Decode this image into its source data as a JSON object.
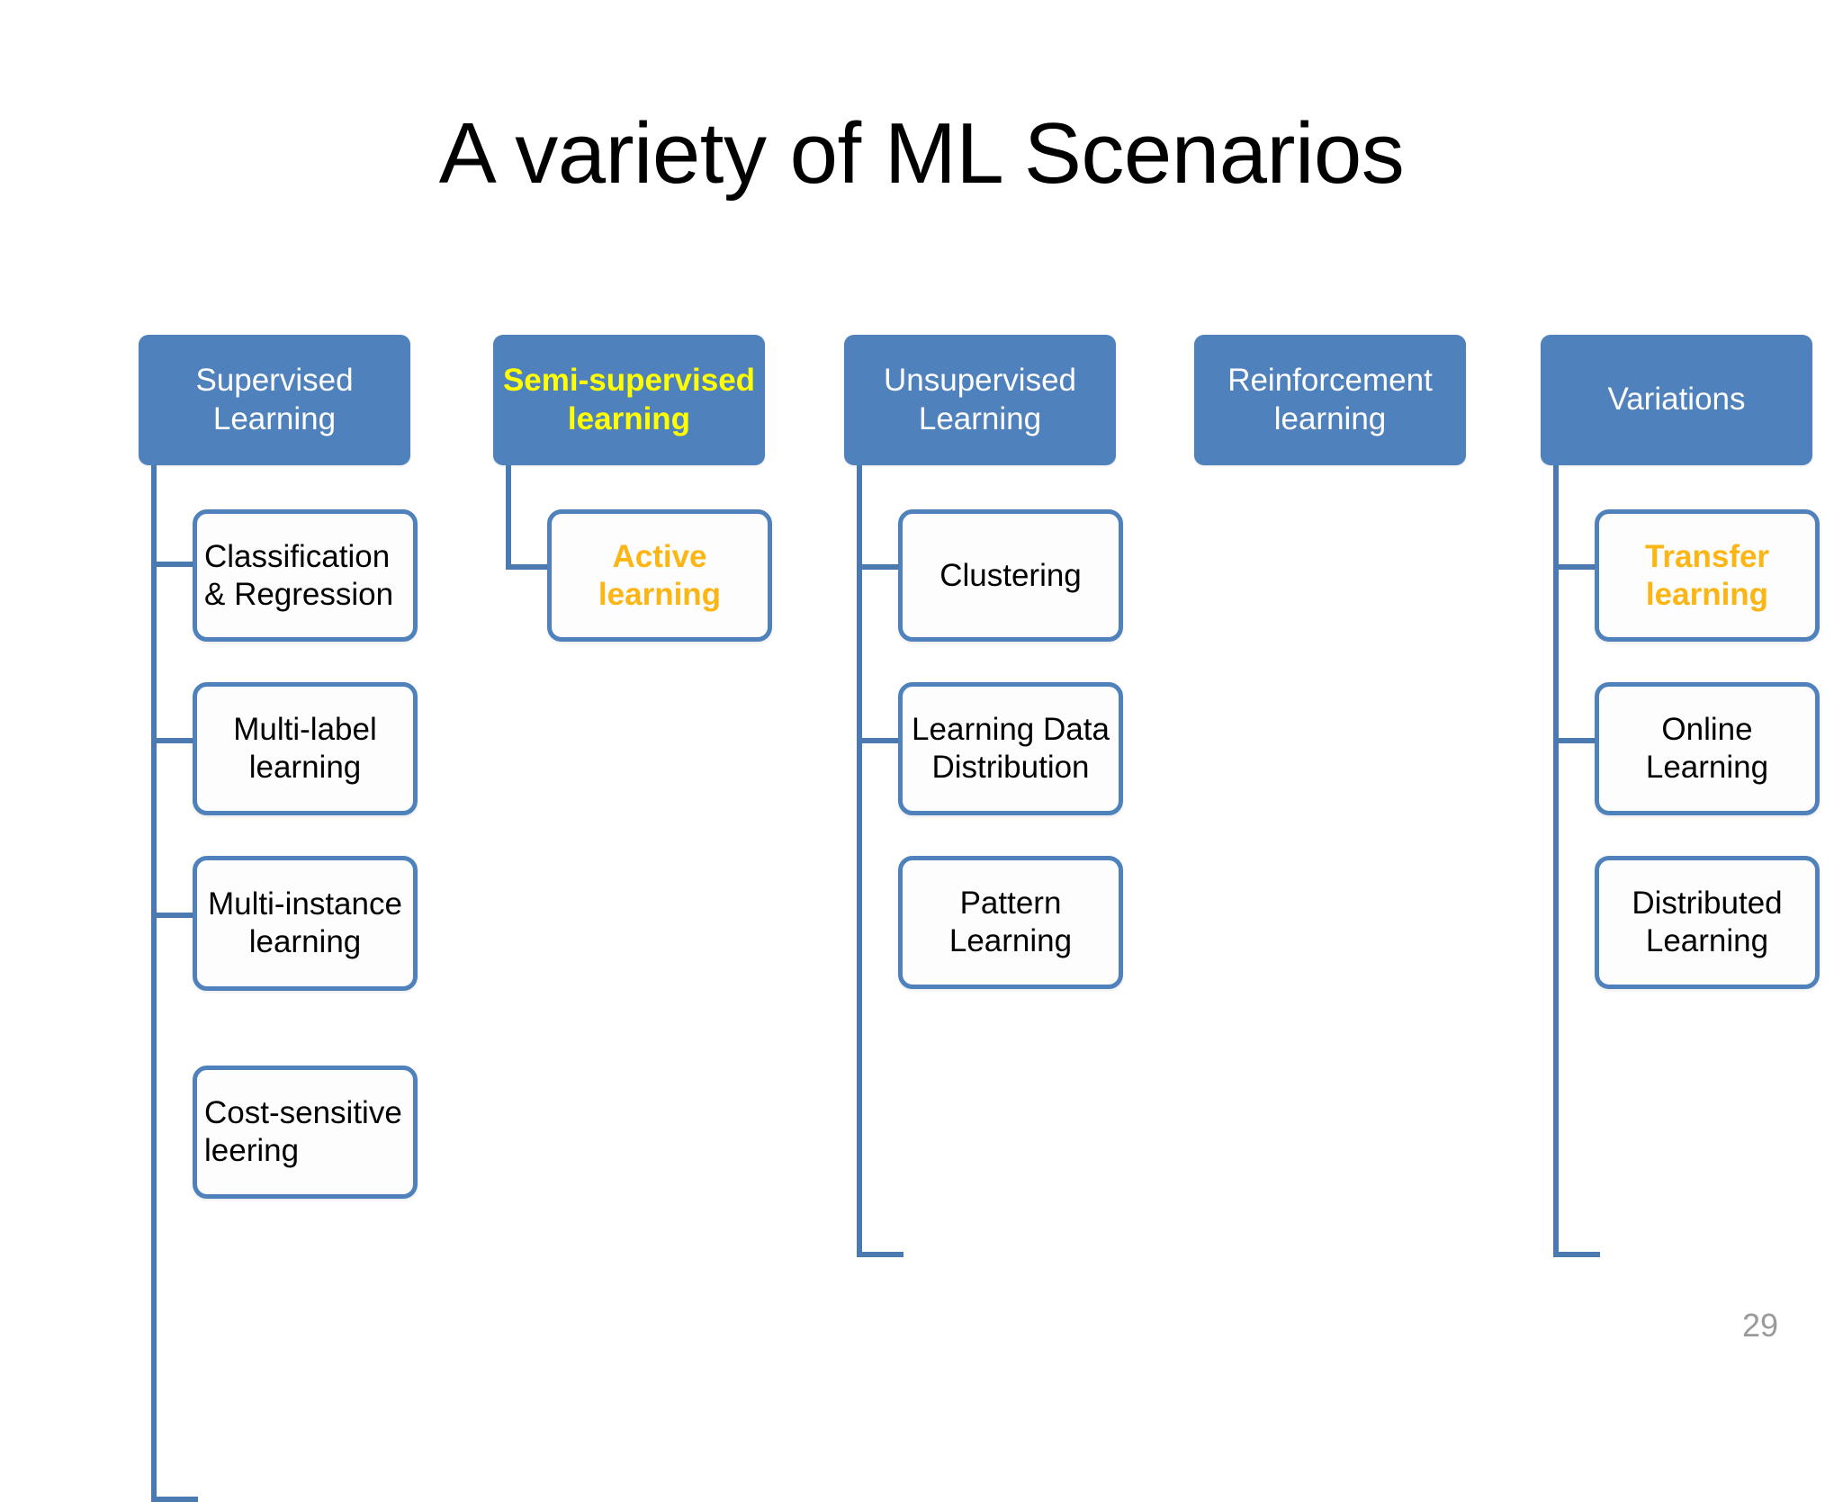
{
  "slide": {
    "title": "A variety of ML Scenarios",
    "page_number": "29",
    "colors": {
      "header_fill": "#4F81BD",
      "connector": "#4B7AB0",
      "child_border": "#4F81BD",
      "child_fill": "#FDFDFD",
      "highlight_yellow": "#FFFF00",
      "highlight_amber": "#FBB615",
      "title_text": "#000000",
      "page_number_text": "#9A9A9A"
    }
  },
  "columns": [
    {
      "header": {
        "label": "Supervised Learning",
        "highlighted": false
      },
      "children": [
        {
          "label": "Classification & Regression",
          "highlighted": false
        },
        {
          "label": "Multi-label learning",
          "highlighted": false
        },
        {
          "label": "Multi-instance learning",
          "highlighted": false
        },
        {
          "label": "Cost-sensitive leering",
          "highlighted": false
        }
      ]
    },
    {
      "header": {
        "label": "Semi-supervised learning",
        "highlighted": true
      },
      "children": [
        {
          "label": "Active learning",
          "highlighted": true
        }
      ]
    },
    {
      "header": {
        "label": "Unsupervised Learning",
        "highlighted": false
      },
      "children": [
        {
          "label": "Clustering",
          "highlighted": false
        },
        {
          "label": "Learning Data Distribution",
          "highlighted": false
        },
        {
          "label": "Pattern Learning",
          "highlighted": false
        }
      ]
    },
    {
      "header": {
        "label": "Reinforcement learning",
        "highlighted": false
      },
      "children": []
    },
    {
      "header": {
        "label": "Variations",
        "highlighted": false
      },
      "children": [
        {
          "label": "Transfer learning",
          "highlighted": true
        },
        {
          "label": "Online Learning",
          "highlighted": false
        },
        {
          "label": "Distributed Learning",
          "highlighted": false
        }
      ]
    }
  ]
}
